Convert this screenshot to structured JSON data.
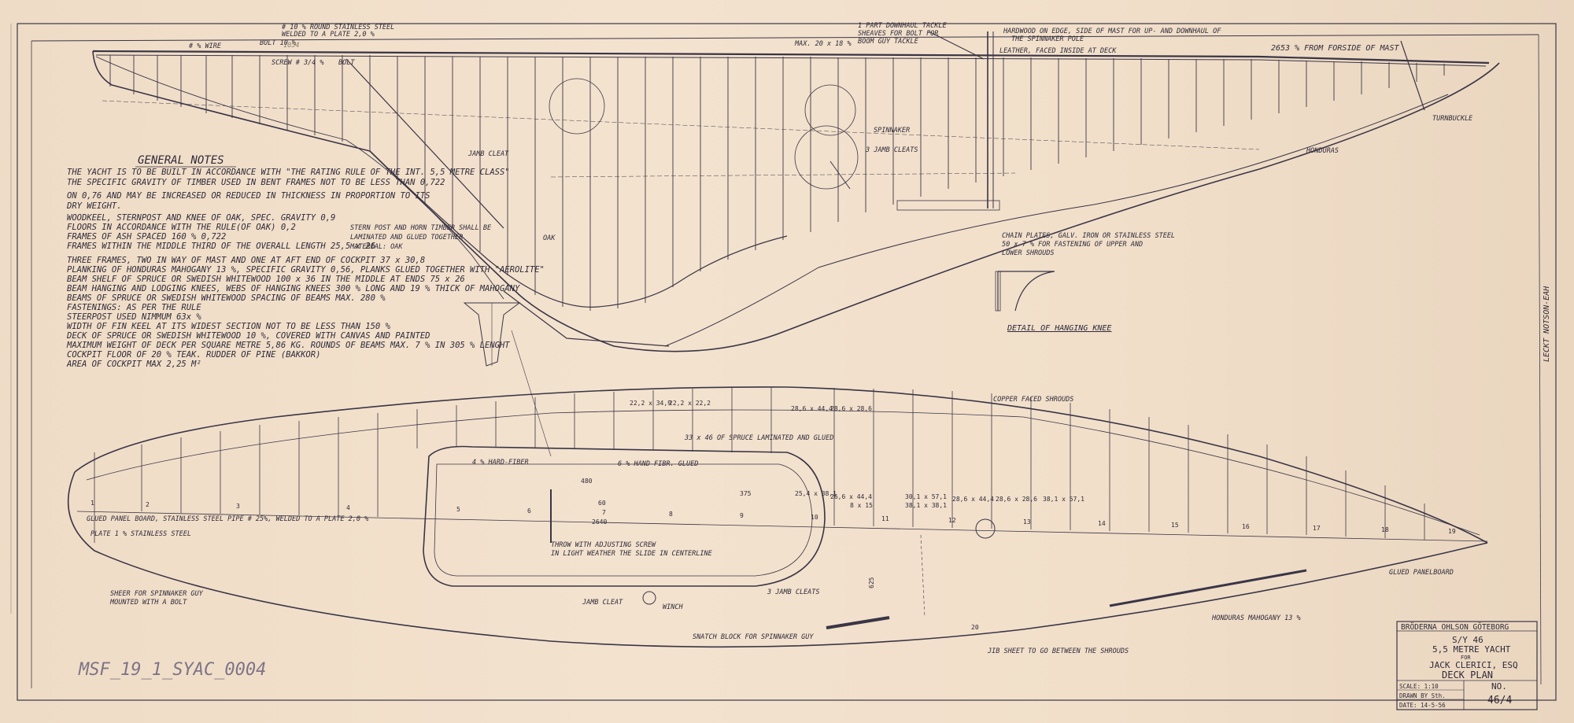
{
  "drawing": {
    "general_notes": {
      "heading": "GENERAL NOTES",
      "lines": [
        "THE YACHT IS TO BE BUILT IN ACCORDANCE WITH \"THE RATING RULE OF THE INT. 5,5 METRE CLASS\"",
        "THE SPECIFIC GRAVITY OF TIMBER USED IN BENT FRAMES NOT TO BE LESS THAN 0,722",
        "ON 0,76 AND MAY BE INCREASED OR REDUCED IN THICKNESS IN PROPORTION TO ITS",
        "DRY WEIGHT.",
        "WOODKEEL, STERNPOST AND KNEE OF OAK, SPEC. GRAVITY 0,9",
        "FLOORS IN ACCORDANCE WITH THE RULE(OF OAK)  0,2",
        "FRAMES OF ASH SPACED 160 %  0,722",
        "FRAMES WITHIN THE MIDDLE THIRD OF THE OVERALL LENGTH 25,5 x 26",
        "THREE FRAMES, TWO IN WAY OF MAST AND ONE AT AFT END OF COCKPIT 37 x 30,8",
        "PLANKING OF HONDURAS MAHOGANY 13 %, SPECIFIC GRAVITY 0,56, PLANKS GLUED TOGETHER WITH \"AEROLITE\"",
        "BEAM SHELF OF SPRUCE OR SWEDISH WHITEWOOD 100 x 36 IN THE MIDDLE AT ENDS 75 x 26",
        "BEAM HANGING AND LODGING KNEES, WEBS OF HANGING KNEES 300 % LONG AND 19 % THICK OF MAHOGANY",
        "BEAMS OF SPRUCE OR SWEDISH WHITEWOOD SPACING OF BEAMS MAX. 280 %",
        "FASTENINGS: AS PER THE RULE",
        "STEERPOST USED NIMMUM 63x %",
        "WIDTH OF FIN KEEL AT ITS WIDEST SECTION NOT TO BE LESS THAN 150 %",
        "DECK OF SPRUCE OR SWEDISH WHITEWOOD 10 %, COVERED WITH CANVAS AND PAINTED",
        "MAXIMUM WEIGHT OF DECK PER SQUARE METRE 5,86 KG. ROUNDS OF BEAMS MAX. 7 % IN 305 % LENGHT",
        "COCKPIT FLOOR OF 20 % TEAK.  RUDDER OF PINE (BAKKOR)",
        "AREA OF COCKPIT MAX 2,25 M²"
      ],
      "side_note": [
        "STERN POST AND HORN TIMBER SHALL BE",
        "LAMINATED AND GLUED TOGETHER",
        "MATERIAL: OAK"
      ]
    },
    "profile_labels": [
      "# 10 % ROUND STAINLESS STEEL",
      "WELDED TO A  PLATE 2,0 %",
      "# % WIRE",
      "BOLT 10 %",
      "SCREW # 3/4 %",
      "BOLT",
      "MAX. 20 x 18 %",
      "1 PART DOWNHAUL TACKLE",
      "SHEAVES FOR BOLT FOR",
      "BOOM GUY TACKLE",
      "HARDWOOD ON EDGE, SIDE OF MAST FOR UP- AND DOWNHAUL OF",
      "THE SPINNAKER POLE",
      "LEATHER, FACED INSIDE AT DECK",
      "2653 % FROM FORSIDE OF MAST",
      "TURNBUCKLE",
      "HONDURAS",
      "OAK",
      "CHAIN PLATES, GALV. IRON OR STAINLESS STEEL",
      "50 x 7 % FOR FASTENING OF UPPER AND",
      "LOWER SHROUDS",
      "DETAIL OF HANGING KNEE",
      "JAMB CLEAT",
      "3 JAMB CLEATS",
      "SPINNAKER"
    ],
    "plan_labels": [
      "COPPER FACED SHROUDS",
      "22,2 x 34,9",
      "22,2 x 22,2",
      "28,6 x 44,4",
      "28,6 x 28,6",
      "33 x 46 OF SPRUCE LAMINATED AND GLUED",
      "4 % HARD-FIBER",
      "6 % HAND-FIBR. GLUED",
      "26,6 x 44,4",
      "30,1 x 57,1",
      "38,1 x 38,1",
      "28,6 x 44,4",
      "28,6 x 28,6",
      "38,1 x 57,1",
      "2640",
      "480",
      "375",
      "60",
      "25,4 x 38,1",
      "8 x 15",
      "GLUED PANEL BOARD, STAINLESS STEEL PIPE # 25%, WELDED TO A PLATE 2,0 %",
      "PLATE 1 % STAINLESS STEEL",
      "SHEER FOR SPINNAKER GUY",
      "MOUNTED WITH A BOLT",
      "THROW WITH ADJUSTING SCREW",
      "IN LIGHT WEATHER THE SLIDE IN CENTERLINE",
      "JAMB CLEAT",
      "WINCH",
      "SNATCH BLOCK FOR SPINNAKER GUY",
      "JIB SHEET TO GO BETWEEN THE SHROUDS",
      "HONDURAS MAHOGANY 13 %",
      "GLUED PANELBOARD",
      "3 JAMB CLEATS",
      "625",
      "20"
    ],
    "station_numbers": [
      "1",
      "2",
      "3",
      "4",
      "5",
      "6",
      "7",
      "8",
      "9",
      "10",
      "11",
      "12",
      "13",
      "14",
      "15",
      "16",
      "17",
      "18",
      "19"
    ],
    "margin_text": "MSF_19_1_SYAC_0004",
    "vertical_text": "LECKT NOTSON-EAH",
    "pencil_note": "1054"
  },
  "title_block": {
    "yard": "BRÖDERNA OHLSON GÖTEBORG",
    "number": "S/Y 46",
    "class": "5,5 METRE YACHT",
    "for": "FOR",
    "owner": "JACK CLERICI, ESQ",
    "sheet": "DECK  PLAN",
    "scale": "SCALE: 1:10",
    "drawn": "DRAWN BY Sth.",
    "date": "DATE: 14-5-56",
    "no_label": "NO.",
    "no_value": "46/4"
  }
}
